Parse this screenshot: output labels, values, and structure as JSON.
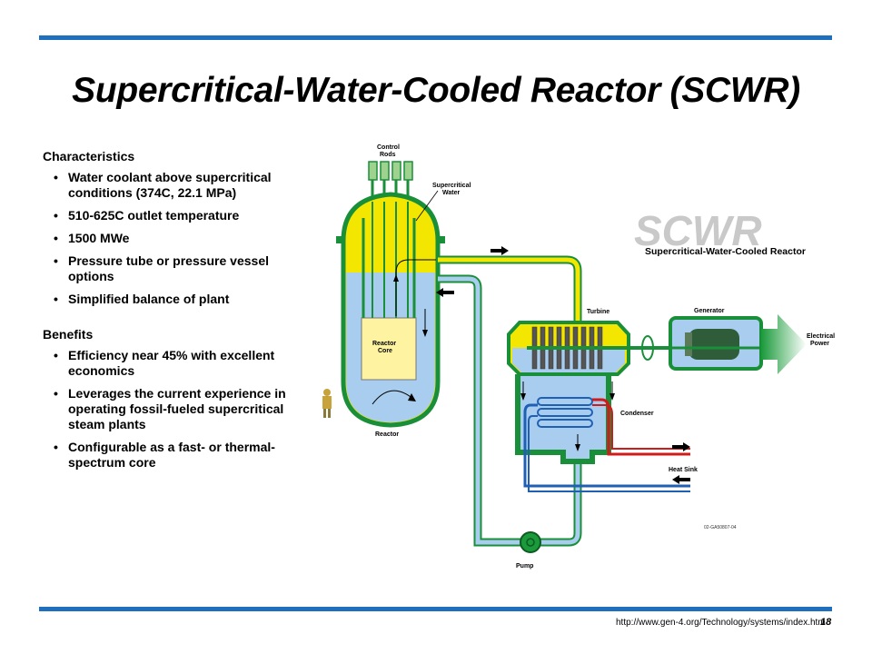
{
  "title": "Supercritical-Water-Cooled Reactor (SCWR)",
  "characteristics": {
    "heading": "Characteristics",
    "items": [
      "Water coolant above supercritical conditions (374C, 22.1 MPa)",
      "510-625C outlet temperature",
      "1500 MWe",
      "Pressure tube or pressure vessel options",
      "Simplified balance of plant"
    ]
  },
  "benefits": {
    "heading": "Benefits",
    "items": [
      "Efficiency near 45% with excellent economics",
      "Leverages the current experience in operating fossil-fueled supercritical steam plants",
      "Configurable as a fast- or thermal-spectrum core"
    ]
  },
  "diagram": {
    "logo_text": "SCWR",
    "logo_subtitle": "Supercritical-Water-Cooled Reactor",
    "labels": {
      "control_rods_1": "Control",
      "control_rods_2": "Rods",
      "supercritical_1": "Supercritical",
      "supercritical_2": "Water",
      "reactor_core_1": "Reactor",
      "reactor_core_2": "Core",
      "reactor": "Reactor",
      "turbine": "Turbine",
      "generator": "Generator",
      "electrical_1": "Electrical",
      "electrical_2": "Power",
      "condenser": "Condenser",
      "heat_sink": "Heat Sink",
      "pump": "Pump",
      "drawing_id": "02-GA50807-04"
    },
    "colors": {
      "steam": "#f3e600",
      "water": "#a8cdef",
      "pipe_outline": "#1a8f3a",
      "hot_line": "#d11a1a",
      "cold_line": "#1f5fb4"
    }
  },
  "footer": {
    "url": "http://www.gen-4.org/Technology/systems/index.htm",
    "page": "18"
  }
}
